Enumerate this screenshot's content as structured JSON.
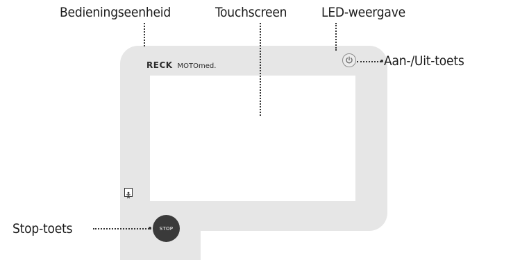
{
  "labels": {
    "control_unit": "Bedieningseenheid",
    "touchscreen": "Touchscreen",
    "led_display": "LED-weergave",
    "power_key": "Aan-/Uit-toets",
    "stop_key": "Stop-toets"
  },
  "device": {
    "brand_logo": "RECK",
    "brand_model": "MOTOmed.",
    "stop_button_text": "STOP",
    "power_icon": "power-icon",
    "person_icon": "person-icon"
  }
}
